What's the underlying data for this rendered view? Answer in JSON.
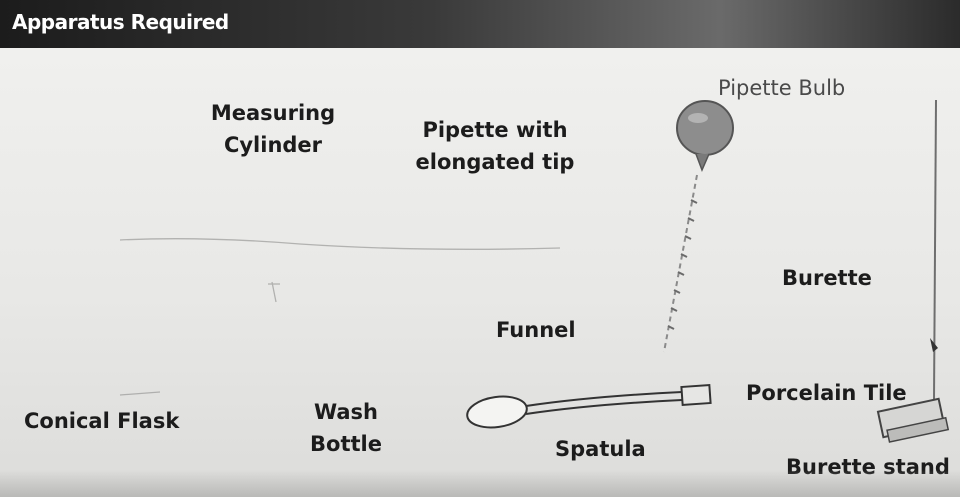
{
  "header": {
    "title": "Apparatus Required"
  },
  "labels": {
    "measuring_cylinder": [
      "Measuring",
      "Cylinder"
    ],
    "pipette": [
      "Pipette with",
      "elongated tip"
    ],
    "pipette_bulb": "Pipette Bulb",
    "burette": "Burette",
    "funnel": "Funnel",
    "porcelain_tile": "Porcelain Tile",
    "conical_flask": "Conical Flask",
    "wash_bottle": [
      "Wash",
      "Bottle"
    ],
    "spatula": "Spatula",
    "burette_stand": "Burette stand"
  },
  "colors": {
    "header_dark": "#1c1c1c",
    "paper": "#e9e9e7",
    "text": "#1c1c1c"
  }
}
